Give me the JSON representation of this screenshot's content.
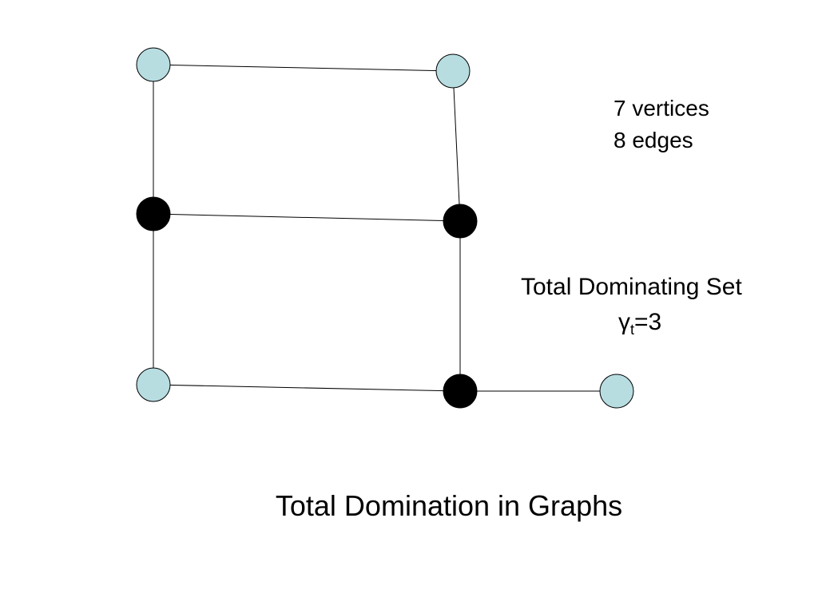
{
  "slide": {
    "title": "Total Domination in Graphs"
  },
  "graph_info": {
    "vertex_count_label": "7 vertices",
    "edge_count_label": "8 edges"
  },
  "dominating_set": {
    "label": "Total Dominating Set",
    "symbol": "γ",
    "subscript": "t",
    "value_text": "=3"
  },
  "graph": {
    "colors": {
      "dominating_vertex": "#000000",
      "regular_vertex": "#b7dde1",
      "edge": "#000000"
    },
    "vertices": [
      {
        "id": "top-left",
        "dominating": false
      },
      {
        "id": "top-right",
        "dominating": false
      },
      {
        "id": "middle-left",
        "dominating": true
      },
      {
        "id": "middle-right",
        "dominating": true
      },
      {
        "id": "bottom-left",
        "dominating": false
      },
      {
        "id": "bottom-right",
        "dominating": true
      },
      {
        "id": "pendant",
        "dominating": false
      }
    ],
    "edges": [
      [
        "top-left",
        "top-right"
      ],
      [
        "top-left",
        "middle-left"
      ],
      [
        "top-right",
        "middle-right"
      ],
      [
        "middle-left",
        "middle-right"
      ],
      [
        "middle-left",
        "bottom-left"
      ],
      [
        "middle-right",
        "bottom-right"
      ],
      [
        "bottom-left",
        "bottom-right"
      ],
      [
        "bottom-right",
        "pendant"
      ]
    ]
  }
}
